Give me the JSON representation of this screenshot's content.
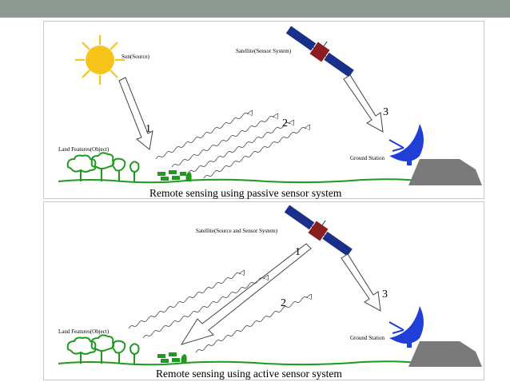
{
  "panels": {
    "passive": {
      "sun_label": "Sun(Source)",
      "satellite_label": "Satellite(Sensor System)",
      "land_label": "Land Features(Object)",
      "ground_label": "Ground Station",
      "step1": "1",
      "step2": "2",
      "step3": "3",
      "caption": "Remote sensing using passive sensor system"
    },
    "active": {
      "satellite_label": "Satellite(Source and Sensor System)",
      "land_label": "Land Features(Object)",
      "ground_label": "Ground Station",
      "step1": "1",
      "step2": "2",
      "step3": "3",
      "caption": "Remote sensing using active sensor system"
    }
  },
  "colors": {
    "sun": "#f7c51a",
    "satellite_panel": "#1a2f8a",
    "satellite_body": "#8a1d1d",
    "dish": "#1f3fd6",
    "ground": "#7a7a7a",
    "vegetation": "#1f9a1f",
    "band": "#8d9a93"
  }
}
